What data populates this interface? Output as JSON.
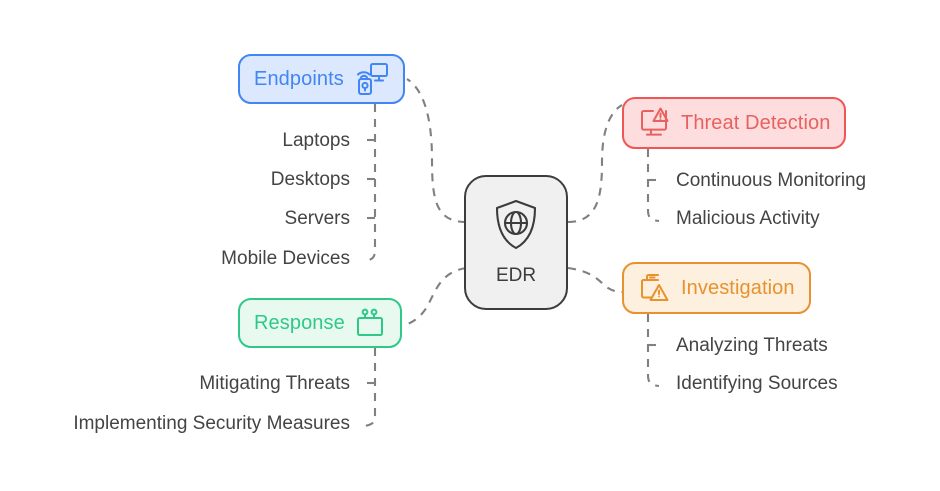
{
  "diagram": {
    "type": "mindmap",
    "center": {
      "label": "EDR",
      "icon": "shield-globe-icon",
      "fill": "#f0f0f0",
      "stroke": "#3c3c3c"
    },
    "branches": [
      {
        "id": "endpoints",
        "label": "Endpoints",
        "icon": "monitor-wifi-device-icon",
        "accent": "#4285f4",
        "fill": "#dce8fd",
        "side": "left",
        "children": [
          "Laptops",
          "Desktops",
          "Servers",
          "Mobile Devices"
        ]
      },
      {
        "id": "response",
        "label": "Response",
        "icon": "robot-screen-icon",
        "accent": "#2fc987",
        "fill": "#e8faf0",
        "side": "left",
        "children": [
          "Mitigating Threats",
          "Implementing Security Measures"
        ]
      },
      {
        "id": "threat-detection",
        "label": "Threat Detection",
        "icon": "monitor-warning-icon",
        "accent": "#e7625f",
        "fill": "#fdddde",
        "side": "right",
        "children": [
          "Continuous Monitoring",
          "Malicious Activity"
        ]
      },
      {
        "id": "investigation",
        "label": "Investigation",
        "icon": "usb-drive-warning-icon",
        "accent": "#e8912d",
        "fill": "#fdf0df",
        "side": "right",
        "children": [
          "Analyzing Threats",
          "Identifying Sources"
        ]
      }
    ],
    "connector_color": "#808080",
    "leaf_text_color": "#444444",
    "background": "#ffffff"
  }
}
